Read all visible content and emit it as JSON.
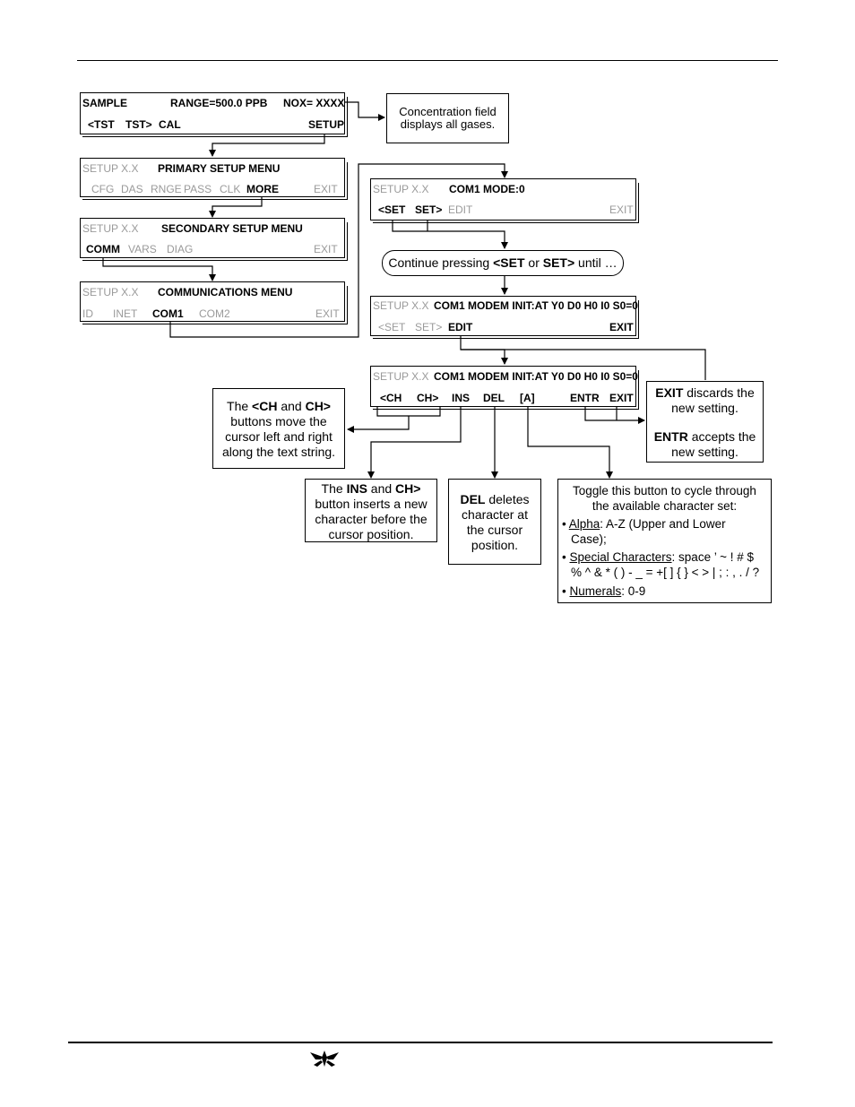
{
  "sample_screen": {
    "sample": "SAMPLE",
    "range": "RANGE=500.0 PPB",
    "nox": "NOX= XXXX",
    "tst_prev": "<TST",
    "tst_next": "TST>",
    "cal": "CAL",
    "setup": "SETUP"
  },
  "note_concentration": {
    "line1": "Concentration field",
    "line2": "displays all gases."
  },
  "primary_menu": {
    "prefix": "SETUP X.X",
    "title": "PRIMARY SETUP MENU",
    "cfg": "CFG",
    "das": "DAS",
    "rnge": "RNGE",
    "pass": "PASS",
    "clk": "CLK",
    "more": "MORE",
    "exit": "EXIT"
  },
  "secondary_menu": {
    "prefix": "SETUP X.X",
    "title": "SECONDARY SETUP MENU",
    "comm": "COMM",
    "vars": "VARS",
    "diag": "DIAG",
    "exit": "EXIT"
  },
  "comm_menu": {
    "prefix": "SETUP X.X",
    "title": "COMMUNICATIONS MENU",
    "id": "ID",
    "inet": "INET",
    "com1": "COM1",
    "com2": "COM2",
    "exit": "EXIT"
  },
  "com1_mode": {
    "prefix": "SETUP X.X",
    "title": "COM1 MODE:0",
    "set_prev": "<SET",
    "set_next": "SET>",
    "edit": "EDIT",
    "exit": "EXIT"
  },
  "continue_pill": {
    "pre": "Continue pressing ",
    "set_prev": "<SET",
    "or": " or ",
    "set_next": "SET>",
    "post": " until …"
  },
  "modem_init": {
    "prefix": "SETUP X.X",
    "title": "COM1 MODEM INIT:AT Y0 D0 H0 I0 S0=0",
    "set_prev": "<SET",
    "set_next": "SET>",
    "edit": "EDIT",
    "exit": "EXIT"
  },
  "modem_edit": {
    "prefix": "SETUP X.X",
    "title": "COM1 MODEM INIT:AT Y0 D0 H0 I0 S0=0",
    "ch_prev": "<CH",
    "ch_next": "CH>",
    "ins": "INS",
    "del": "DEL",
    "char": "[A]",
    "entr": "ENTR",
    "exit": "EXIT"
  },
  "note_exit_entr": {
    "exit_b": "EXIT",
    "exit_t1": " discards the",
    "exit_t2": "new setting.",
    "entr_b": "ENTR",
    "entr_t1": " accepts the",
    "entr_t2": "new setting."
  },
  "note_ch": {
    "l1_pre": "The ",
    "l1_b1": "<CH",
    "l1_mid": " and ",
    "l1_b2": "CH>",
    "l2": "buttons move the",
    "l3": "cursor left and right",
    "l4": "along the text string."
  },
  "note_ins": {
    "l1_pre": "The ",
    "l1_b1": "INS",
    "l1_mid": " and ",
    "l1_b2": "CH>",
    "l2": "button inserts a new",
    "l3": "character before the",
    "l4": "cursor position."
  },
  "note_del": {
    "l1_b": "DEL",
    "l1_t": " deletes",
    "l2": "character at",
    "l3": "the cursor",
    "l4": "position."
  },
  "note_toggle": {
    "l1": "Toggle this button to cycle through",
    "l2": "the available character set:",
    "alpha_u": "Alpha",
    "alpha_t1": ": A-Z (Upper and Lower",
    "alpha_t2": "Case);",
    "special_u": "Special Characters",
    "special_t1": ": space ’ ~ !  # $",
    "special_t2": "% ^ & * ( ) - _ = +[ ] { } < > | ; : , . / ?",
    "num_u": "Numerals",
    "num_t": ": 0-9"
  }
}
